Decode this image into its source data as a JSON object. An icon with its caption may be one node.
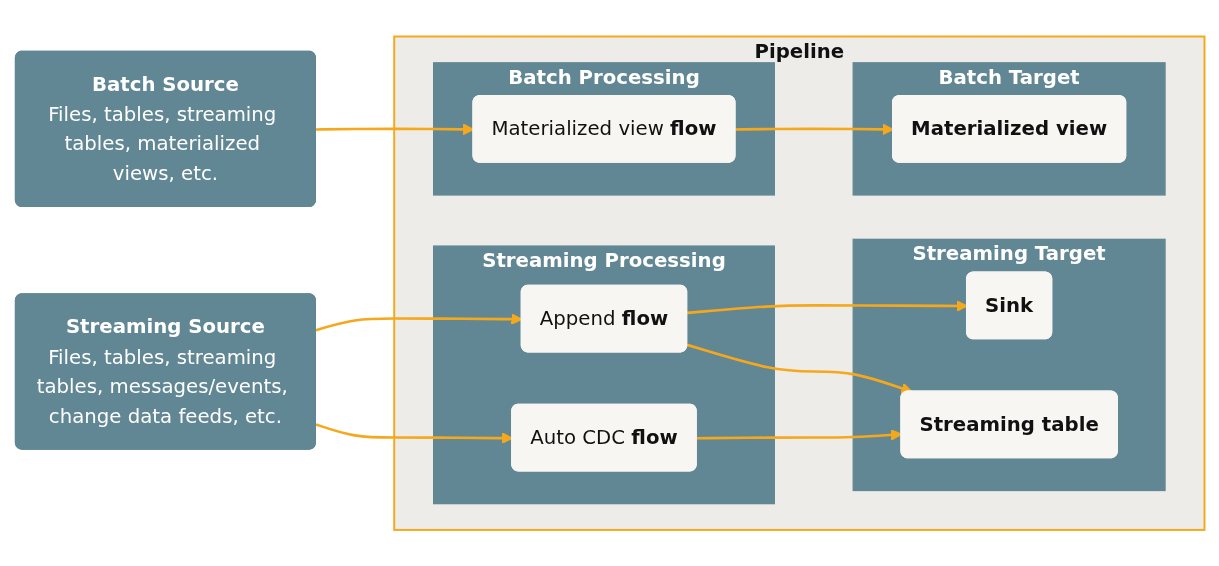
{
  "diagram": {
    "nodes": [
      {
        "text": [
          "Streaming Source",
          "Files, tables, streaming tables, messages/events, change data feeds, etc."
        ]
      },
      {
        "text": [
          "Batch Source",
          "Files, tables, streaming tables, materialized views, etc."
        ]
      },
      {
        "text": [
          "Pipeline"
        ]
      },
      {
        "text": [
          "Streaming Processing"
        ],
        "in": 2
      },
      {
        "text": [
          "Append **flow**"
        ],
        "in": 3
      },
      {
        "text": [
          "Auto CDC **flow**"
        ],
        "in": 3
      },
      {
        "text": [
          "Streaming Target"
        ],
        "in": 2
      },
      {
        "text": [
          "Sink"
        ],
        "in": 6
      },
      {
        "text": [
          "Streaming table"
        ],
        "in": 6
      },
      {
        "text": [
          "Batch Processing"
        ],
        "in": 2
      },
      {
        "text": [
          "Materialized view **flow**"
        ],
        "in": 9
      },
      {
        "text": [
          "Batch Target"
        ],
        "in": 2
      },
      {
        "text": [
          "Materialized view"
        ],
        "in": 11
      }
    ],
    "edges": [
      {
        "from": 0,
        "to": 4,
        "arrow": "to"
      },
      {
        "from": 0,
        "to": 5,
        "arrow": "to"
      },
      {
        "from": 4,
        "to": 7,
        "arrow": "to"
      },
      {
        "from": 4,
        "to": 8,
        "arrow": "to"
      },
      {
        "from": 5,
        "to": 8,
        "arrow": "to"
      },
      {
        "from": 1,
        "to": 10,
        "arrow": "to"
      },
      {
        "from": 10,
        "to": 12,
        "arrow": "to"
      }
    ]
  }
}
